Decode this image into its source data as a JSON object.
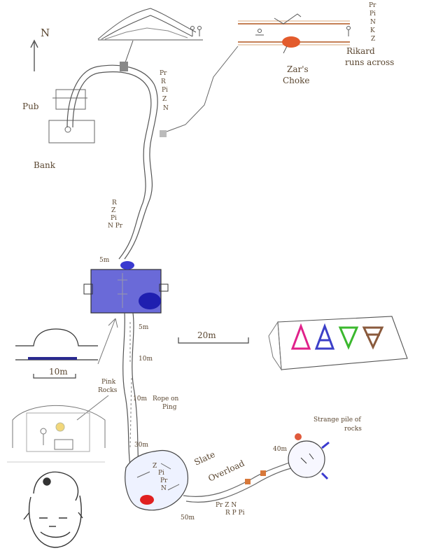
{
  "map": {
    "north": "N",
    "labels": {
      "pub": "Pub",
      "bank": "Bank",
      "zars_choke_1": "Zar's",
      "zars_choke_2": "Choke",
      "rikard_1": "Rikard",
      "rikard_2": "runs across",
      "pink_rocks_1": "Pink",
      "pink_rocks_2": "Rocks",
      "rope_on_ping_1": "Rope on",
      "rope_on_ping_2": "Ping",
      "slate_overload_1": "Slate",
      "slate_overload_2": "Overload",
      "strange_pile_1": "Strange pile of",
      "strange_pile_2": "rocks"
    },
    "distances": {
      "d_5m_top": "5m",
      "d_5m_mid": "5m",
      "d_10m_mid": "10m",
      "d_10m_rope": "10m",
      "d_30m": "30m",
      "d_40m": "40m",
      "d_50m": "50m",
      "scale_20m": "20m",
      "scale_10m": "10m"
    },
    "team_marks": {
      "upper_1": "Pr",
      "upper_2": "R",
      "upper_3": "Pi",
      "upper_4": "Z",
      "upper_5": "N",
      "mid_1": "R",
      "mid_2": "Z",
      "mid_3": "Pi",
      "mid_4": "N Pr",
      "top_1": "Pr",
      "top_2": "Pi",
      "top_3": "N",
      "top_4": "K",
      "top_5": "Z",
      "bottom_1": "Pr Z N",
      "bottom_2": "R P Pi",
      "chamber_1": "Z",
      "chamber_2": "Pi",
      "chamber_3": "Pr",
      "chamber_4": "N"
    },
    "symbol_colors": [
      "#e0218a",
      "#3c3fc8",
      "#3bb82e",
      "#8a5a3c"
    ],
    "accent": {
      "blue_chamber": "#3a3ad0",
      "red_marker": "#e02020",
      "pencil": "#5a4a40"
    }
  }
}
